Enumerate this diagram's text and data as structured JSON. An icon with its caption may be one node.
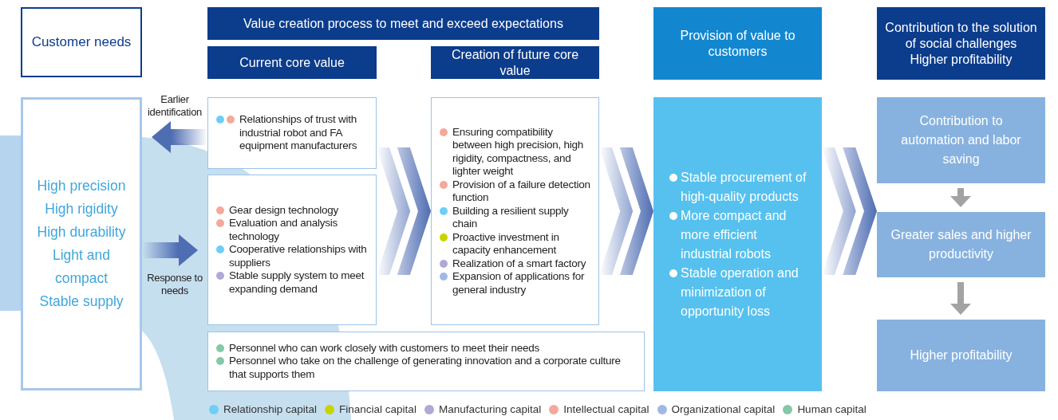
{
  "diagram": {
    "nodes": [
      {
        "text": [
          "Customer needs"
        ]
      },
      {
        "text": [
          "Value creation process to meet and exceed expectations"
        ]
      },
      {
        "text": [
          "Current core value"
        ]
      },
      {
        "text": [
          "Creation of future core value"
        ]
      },
      {
        "text": [
          "Provision of value to customers"
        ]
      },
      {
        "text": [
          "Contribution to the solution of social challenges",
          "Higher profitability"
        ]
      },
      {
        "text": [
          "High precision",
          "High rigidity",
          "High durability",
          "Light and compact",
          "Stable supply"
        ]
      },
      {
        "text": [
          "Relationships of trust with industrial robot and FA equipment manufacturers"
        ]
      },
      {
        "text": [
          "Gear design technology",
          "Evaluation and analysis technology",
          "Cooperative relationships with suppliers",
          "Stable supply system to meet expanding demand"
        ]
      },
      {
        "text": [
          "Ensuring compatibility between high precision, high rigidity, compactness, and lighter weight",
          "Provision of a failure detection function",
          "Building a resilient supply chain",
          "Proactive investment in capacity enhancement",
          "Realization of a smart factory",
          "Expansion of applications for general industry"
        ]
      },
      {
        "text": [
          "Personnel who can work closely with customers to meet their needs",
          "Personnel who take on the challenge of generating innovation and a corporate culture that supports them"
        ]
      },
      {
        "text": [
          "Stable procurement of high-quality products",
          "More compact and more efficient industrial robots",
          "Stable operation and minimization of opportunity loss"
        ]
      },
      {
        "text": [
          "Contribution to automation and labor saving"
        ]
      },
      {
        "text": [
          "Greater sales and higher productivity"
        ]
      },
      {
        "text": [
          "Higher profitability"
        ]
      }
    ],
    "edges": [
      {
        "from": 7,
        "to": 6,
        "arrow": "to",
        "label": "Earlier identification",
        "color": "#4f6db3"
      },
      {
        "from": 6,
        "to": 8,
        "arrow": "to",
        "label": "Response to needs",
        "color": "#4f6db3"
      },
      {
        "from": 8,
        "to": 9,
        "arrow": "to"
      },
      {
        "from": 9,
        "to": 11,
        "arrow": "to"
      },
      {
        "from": 11,
        "to": 13,
        "arrow": "to"
      },
      {
        "from": 12,
        "to": 13,
        "arrow": "to",
        "color": "#a3a3a3"
      },
      {
        "from": 13,
        "to": 14,
        "arrow": "to",
        "color": "#a3a3a3"
      }
    ],
    "legend": [
      {
        "text": "Relationship capital",
        "color": "#6dcff6"
      },
      {
        "text": "Financial capital",
        "color": "#c8d400"
      },
      {
        "text": "Manufacturing capital",
        "color": "#b2a8d5"
      },
      {
        "text": "Intellectual capital",
        "color": "#f4a99a"
      },
      {
        "text": "Organizational capital",
        "color": "#a0b9e2"
      },
      {
        "text": "Human capital",
        "color": "#84c8a8"
      }
    ]
  }
}
